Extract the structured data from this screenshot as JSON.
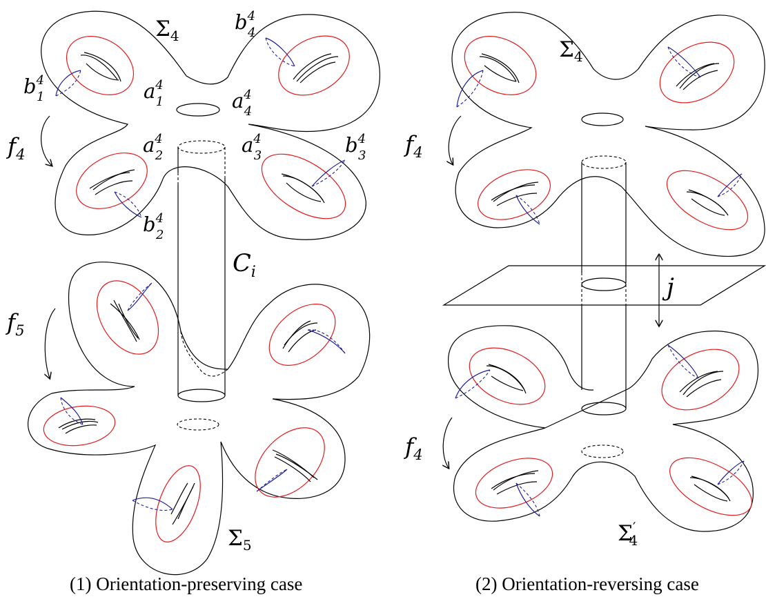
{
  "colors": {
    "surface": "#000000",
    "a_curves": "#e41a1c",
    "b_curves": "#1f1f9a"
  },
  "left": {
    "surface_top": "Σ",
    "surface_top_sub": "4",
    "surface_bottom": "Σ",
    "surface_bottom_sub": "5",
    "map_top": "f",
    "map_top_sub": "4",
    "map_bottom": "f",
    "map_bottom_sub": "5",
    "cylinder": "C",
    "cylinder_sub": "i",
    "curves": {
      "a1": {
        "base": "a",
        "sub": "1",
        "sup": "4"
      },
      "a2": {
        "base": "a",
        "sub": "2",
        "sup": "4"
      },
      "a3": {
        "base": "a",
        "sub": "3",
        "sup": "4"
      },
      "a4": {
        "base": "a",
        "sub": "4",
        "sup": "4"
      },
      "b1": {
        "base": "b",
        "sub": "1",
        "sup": "4"
      },
      "b2": {
        "base": "b",
        "sub": "2",
        "sup": "4"
      },
      "b3": {
        "base": "b",
        "sub": "3",
        "sup": "4"
      },
      "b4": {
        "base": "b",
        "sub": "4",
        "sup": "4"
      }
    },
    "caption": "(1) Orientation-preserving case"
  },
  "right": {
    "surface_top": "Σ",
    "surface_top_sub": "4",
    "surface_bottom": "Σ",
    "surface_bottom_prime": "′",
    "surface_bottom_sub": "4",
    "map_top": "f",
    "map_top_sub": "4",
    "map_bottom": "f",
    "map_bottom_sub": "4",
    "involution": "j",
    "caption": "(2) Orientation-reversing case"
  }
}
